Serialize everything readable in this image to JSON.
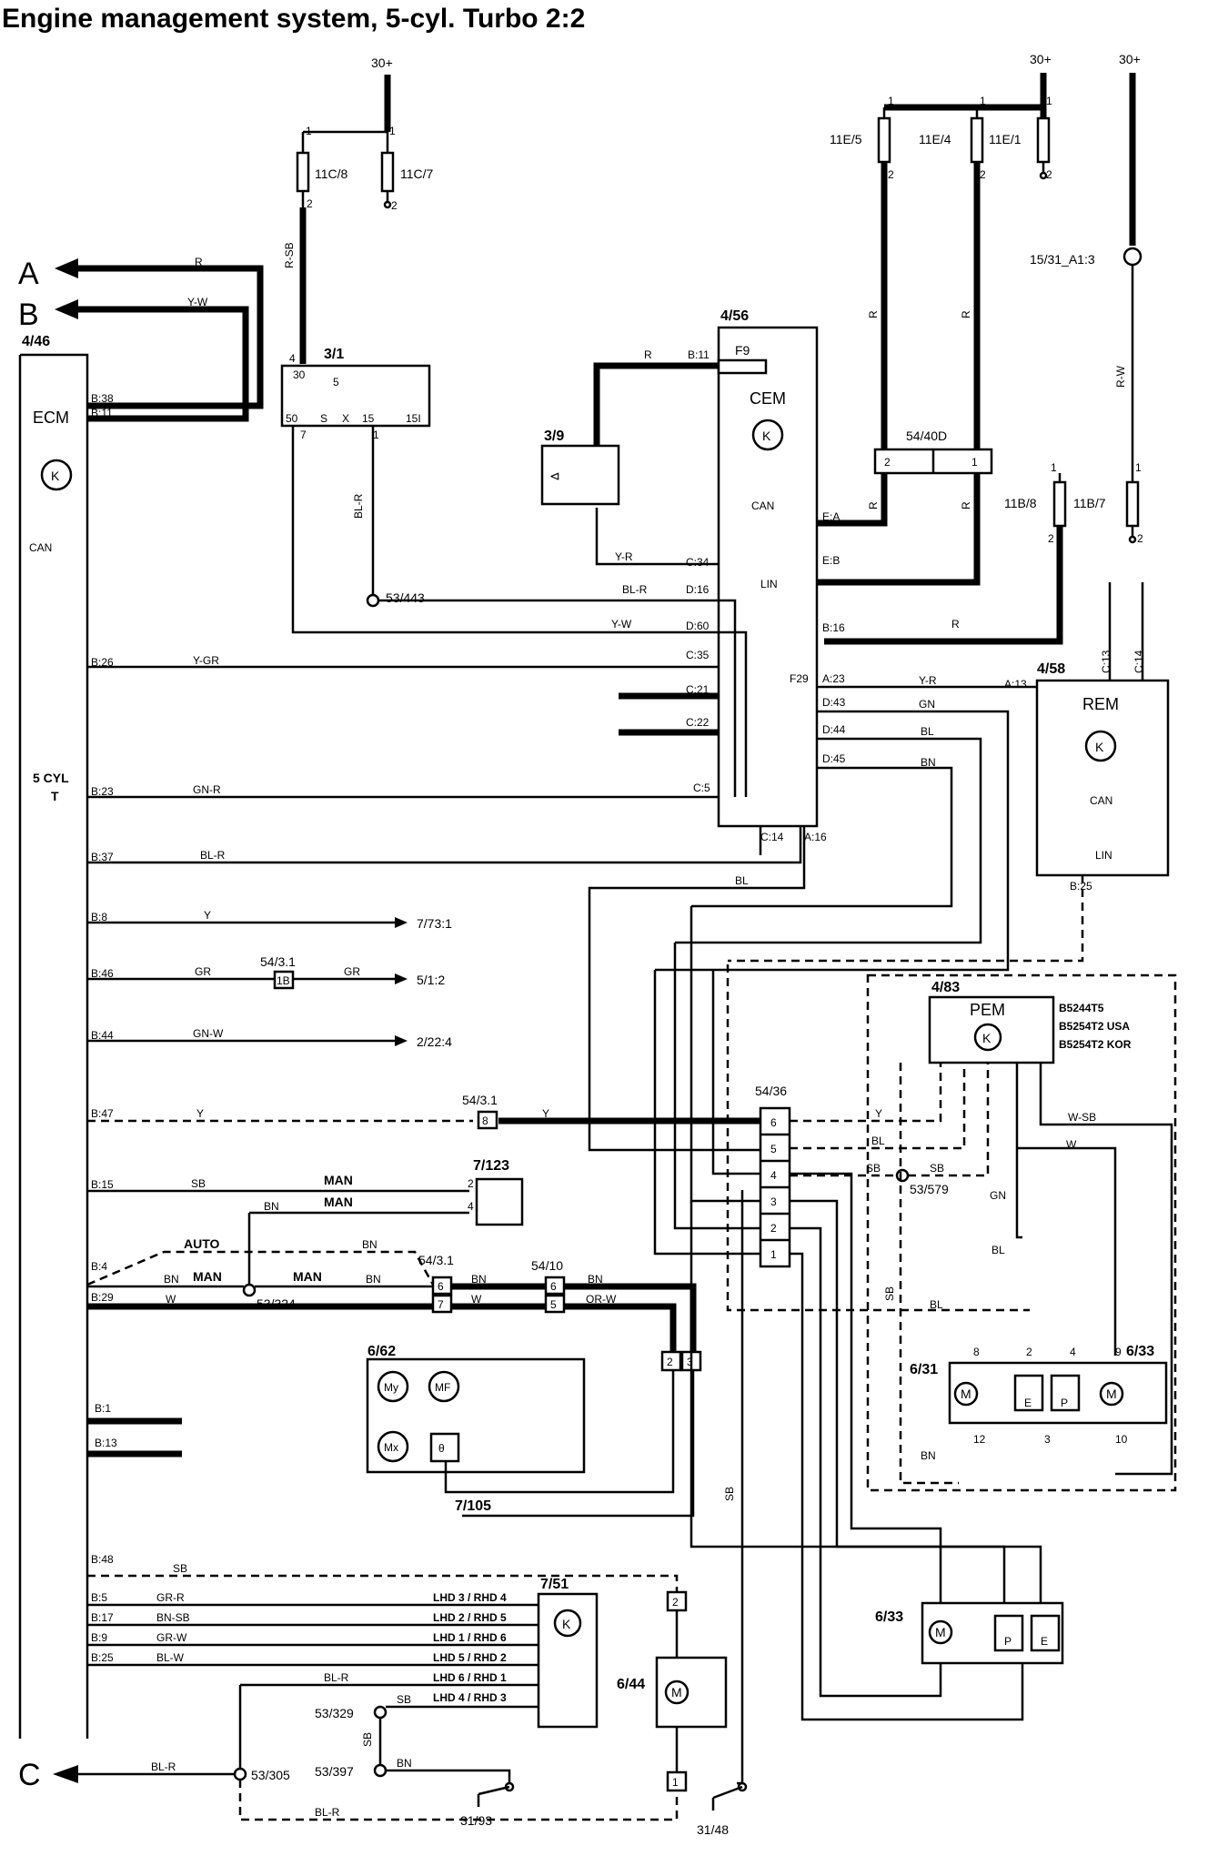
{
  "title": "Engine management system, 5-cyl. Turbo 2:2",
  "refs": {
    "a": "A",
    "b": "B",
    "c": "C"
  },
  "supply": {
    "p30": "30+",
    "p30_b": "30+",
    "p30_c": "30+"
  },
  "fuses": {
    "f11c8": "11C/8",
    "f11c7": "11C/7",
    "f11e5": "11E/5",
    "f11e4": "11E/4",
    "f11e1": "11E/1",
    "f11b8": "11B/8",
    "f11b7": "11B/7",
    "f9": "F9",
    "f29": "F29"
  },
  "components": {
    "ecm_id": "4/46",
    "ecm_name": "ECM",
    "ecm_variant1": "5 CYL",
    "ecm_variant2": "T",
    "ign_id": "3/1",
    "sw39": "3/9",
    "cem_id": "4/56",
    "cem_name": "CEM",
    "rem_id": "4/58",
    "rem_name": "REM",
    "pem_id": "4/83",
    "pem_name": "PEM",
    "pem_v1": "B5244T5",
    "pem_v2": "B5254T2 USA",
    "pem_v3": "B5254T2 KOR",
    "conn_5440d": "54/40D",
    "conn_5436": "54/36",
    "conn_54310": "54/3.1",
    "conn_54311": "54/3.1",
    "conn_54312": "54/3.1",
    "conn_5410": "54/10",
    "c7123": "7/123",
    "c662": "6/62",
    "c7105": "7/105",
    "c631": "6/31",
    "c633a": "6/33",
    "c633b": "6/33",
    "c751": "7/51",
    "c644": "6/44",
    "ref_1531": "15/31_A1:3"
  },
  "ground_points": {
    "g53443": "53/443",
    "g53324": "53/324",
    "g53579": "53/579",
    "g53329": "53/329",
    "g53397": "53/397",
    "g53305": "53/305",
    "g3193": "31/93",
    "g3148": "31/48"
  },
  "destinations": {
    "d7731": "7/73:1",
    "d512": "5/1:2",
    "d2224": "2/22:4"
  },
  "labels": {
    "can": "CAN",
    "can2": "CAN",
    "can3": "CAN",
    "lin": "LIN",
    "lin2": "LIN",
    "man1": "MAN",
    "man2": "MAN",
    "man3": "MAN",
    "man4": "MAN",
    "auto": "AUTO",
    "lhd1": "LHD 3 / RHD 4",
    "lhd2": "LHD 2 / RHD 5",
    "lhd3": "LHD 1 / RHD 6",
    "lhd4": "LHD 5 / RHD 2",
    "lhd5": "LHD 6 / RHD 1",
    "lhd6": "LHD 4 / RHD 3",
    "ign_30": "30",
    "ign_50": "50",
    "ign_s": "S",
    "ign_x": "X",
    "ign_15": "15",
    "ign_15i": "15I",
    "ign_5": "5",
    "ign_4": "4",
    "ign_7": "7",
    "ign_1": "1",
    "m_e": "E",
    "m_p": "P",
    "m_e2": "E",
    "m_p2": "P",
    "m_y": "My",
    "m_f": "MF",
    "m_x": "Mx",
    "m_m1": "M",
    "m_m2": "M",
    "m_m3": "M",
    "m_m4": "M",
    "theta": "θ",
    "c1b": "1B"
  },
  "wire_colors": {
    "r": "R",
    "yw": "Y-W",
    "rsb": "R-SB",
    "rw": "R-W",
    "blr": "BL-R",
    "yr": "Y-R",
    "ygr": "Y-GR",
    "gnr": "GN-R",
    "y": "Y",
    "gr": "GR",
    "gnw": "GN-W",
    "sb": "SB",
    "bn": "BN",
    "w": "W",
    "orw": "OR-W",
    "grr": "GR-R",
    "bnsb": "BN-SB",
    "grw": "GR-W",
    "blw": "BL-W",
    "gn": "GN",
    "bl": "BL",
    "wsb": "W-SB"
  },
  "ecm_pins": [
    "B:38",
    "B:11",
    "B:26",
    "B:23",
    "B:37",
    "B:8",
    "B:46",
    "B:44",
    "B:47",
    "B:15",
    "B:4",
    "B:29",
    "B:1",
    "B:13",
    "B:48",
    "B:5",
    "B:17",
    "B:9",
    "B:25"
  ],
  "cem_pins": [
    "B:11",
    "C:34",
    "D:16",
    "D:60",
    "C:35",
    "C:21",
    "C:22",
    "C:5",
    "E:A",
    "E:B",
    "B:16",
    "A:23",
    "D:43",
    "D:44",
    "D:45",
    "C:14",
    "A:16"
  ],
  "rem_pins": [
    "A:13",
    "C:13",
    "C:14",
    "B:25"
  ],
  "pin_numbers": [
    "1",
    "2",
    "3",
    "4",
    "5",
    "6",
    "7",
    "8",
    "9",
    "10",
    "12"
  ]
}
